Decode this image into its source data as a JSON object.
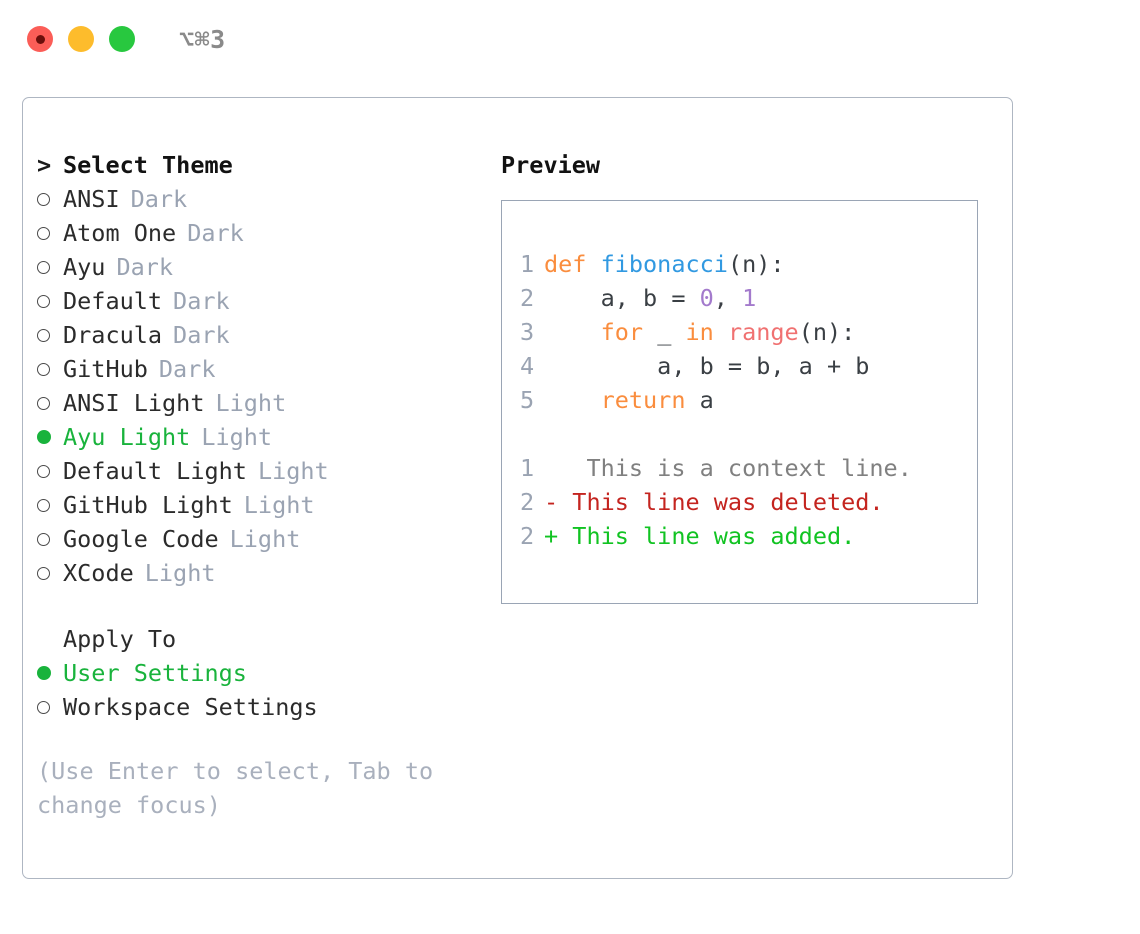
{
  "titlebar": {
    "shortcut": "⌥⌘3",
    "dots": [
      "close-red",
      "minimize-yellow",
      "maximize-green"
    ]
  },
  "theme_section": {
    "header": {
      "caret": ">",
      "label": "Select Theme"
    },
    "items": [
      {
        "label": "ANSI",
        "tag": "Dark",
        "selected": false
      },
      {
        "label": "Atom One",
        "tag": "Dark",
        "selected": false
      },
      {
        "label": "Ayu",
        "tag": "Dark",
        "selected": false
      },
      {
        "label": "Default",
        "tag": "Dark",
        "selected": false
      },
      {
        "label": "Dracula",
        "tag": "Dark",
        "selected": false
      },
      {
        "label": "GitHub",
        "tag": "Dark",
        "selected": false
      },
      {
        "label": "ANSI Light",
        "tag": "Light",
        "selected": false
      },
      {
        "label": "Ayu Light",
        "tag": "Light",
        "selected": true
      },
      {
        "label": "Default Light",
        "tag": "Light",
        "selected": false
      },
      {
        "label": "GitHub Light",
        "tag": "Light",
        "selected": false
      },
      {
        "label": "Google Code",
        "tag": "Light",
        "selected": false
      },
      {
        "label": "XCode",
        "tag": "Light",
        "selected": false
      }
    ]
  },
  "apply_section": {
    "header": "Apply To",
    "items": [
      {
        "label": "User Settings",
        "selected": true
      },
      {
        "label": "Workspace Settings",
        "selected": false
      }
    ]
  },
  "hint": "(Use Enter to select, Tab to change focus)",
  "preview": {
    "title": "Preview",
    "code_lines": [
      {
        "number": "1",
        "tokens": [
          {
            "text": "def ",
            "type": "kw"
          },
          {
            "text": "fibonacci",
            "type": "fn"
          },
          {
            "text": "(n):",
            "type": "plain"
          }
        ]
      },
      {
        "number": "2",
        "tokens": [
          {
            "text": "    a, b = ",
            "type": "plain"
          },
          {
            "text": "0",
            "type": "num"
          },
          {
            "text": ", ",
            "type": "plain"
          },
          {
            "text": "1",
            "type": "num"
          }
        ]
      },
      {
        "number": "3",
        "tokens": [
          {
            "text": "    ",
            "type": "plain"
          },
          {
            "text": "for",
            "type": "kw"
          },
          {
            "text": " _ ",
            "type": "plain"
          },
          {
            "text": "in",
            "type": "kw"
          },
          {
            "text": " ",
            "type": "plain"
          },
          {
            "text": "range",
            "type": "call"
          },
          {
            "text": "(n):",
            "type": "plain"
          }
        ]
      },
      {
        "number": "4",
        "tokens": [
          {
            "text": "        a, b = b, a + b",
            "type": "plain"
          }
        ]
      },
      {
        "number": "5",
        "tokens": [
          {
            "text": "    ",
            "type": "plain"
          },
          {
            "text": "return",
            "type": "kw"
          },
          {
            "text": " a",
            "type": "plain"
          }
        ]
      }
    ],
    "diff_lines": [
      {
        "number": "1",
        "sign": " ",
        "text": "  This is a context line.",
        "type": "ctx"
      },
      {
        "number": "2",
        "sign": "-",
        "text": " This line was deleted.",
        "type": "del"
      },
      {
        "number": "2",
        "sign": "+",
        "text": " This line was added.",
        "type": "add"
      }
    ]
  },
  "colors": {
    "accent_green": "#19b33c",
    "tag_gray": "#9aa3b2",
    "border": "#aeb6c2",
    "preview_border": "#9aa5b5",
    "keyword": "#fa8d3e",
    "function": "#3199e1",
    "number": "#a37acc",
    "call": "#f07171",
    "diff_deleted": "#c4241f",
    "diff_added": "#11c322",
    "diff_context": "#808080"
  }
}
